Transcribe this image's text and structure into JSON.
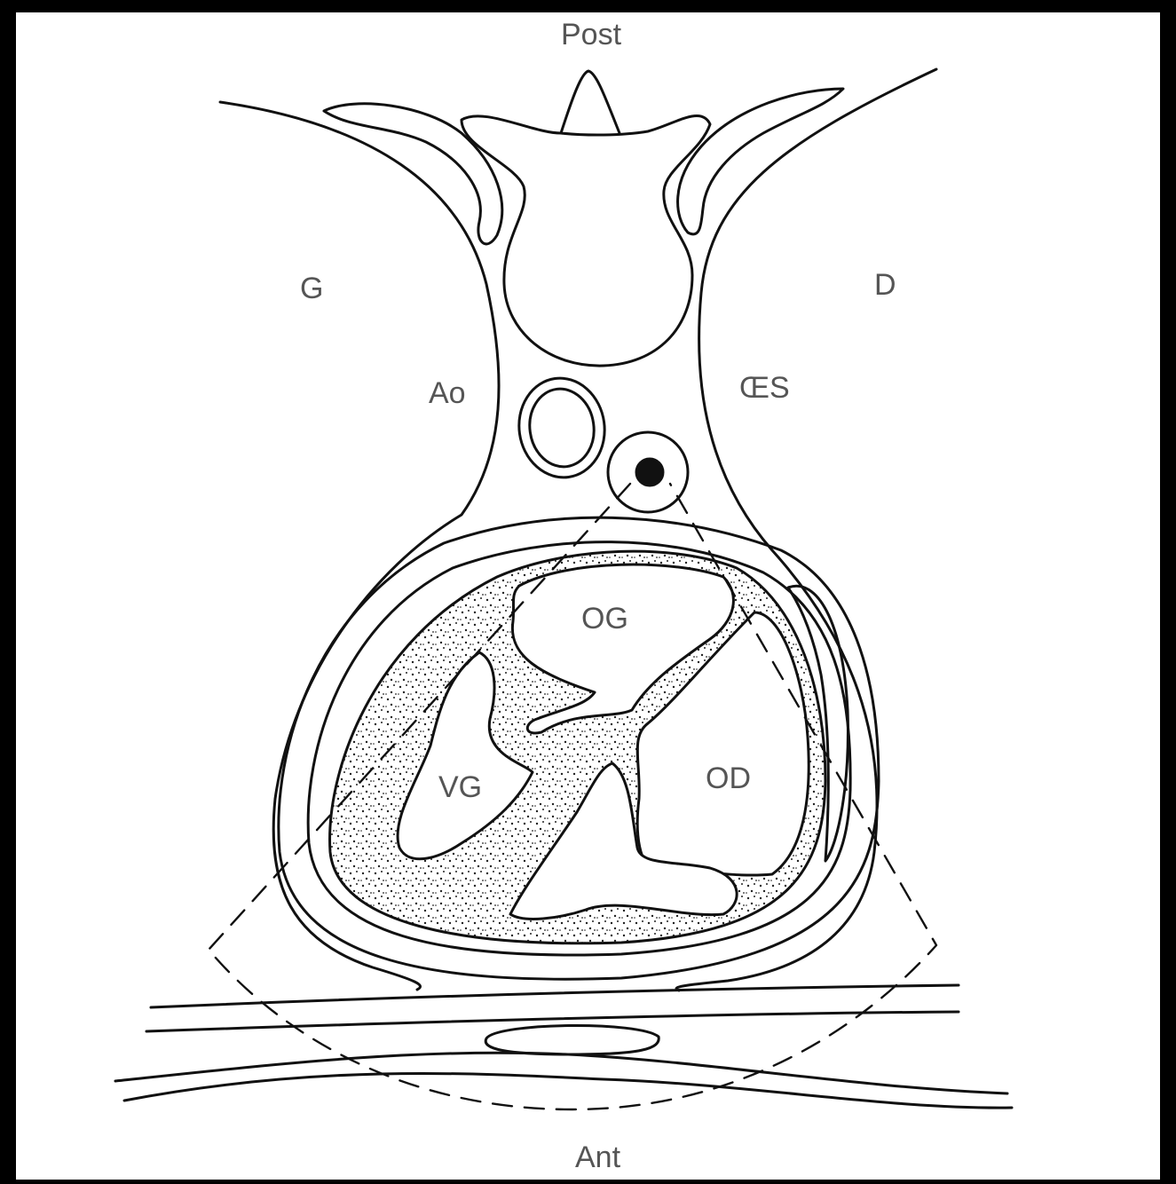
{
  "labels": {
    "posterior": "Post",
    "anterior": "Ant",
    "left": "G",
    "right": "D",
    "aorta": "Ao",
    "esophagus": "ŒS",
    "left_atrium": "OG",
    "right_atrium": "OD",
    "left_ventricle": "VG"
  },
  "colors": {
    "background": "#ffffff",
    "frame": "#000000",
    "stroke": "#111111",
    "label": "#555555"
  }
}
